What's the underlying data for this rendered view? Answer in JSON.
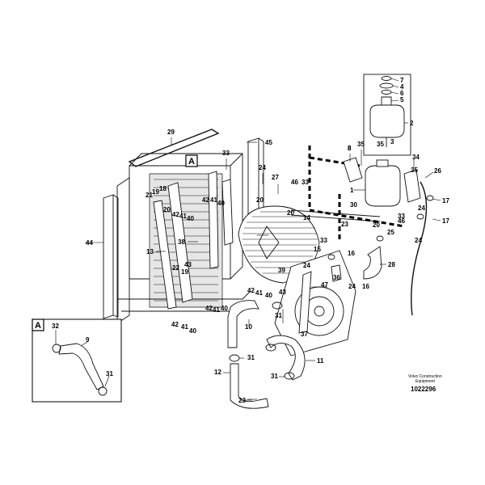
{
  "detail_marker": "A",
  "footer": {
    "maker_line1": "Volvo Construction",
    "maker_line2": "Equipment",
    "drawing_number": "1022296"
  },
  "callouts": {
    "c29": "29",
    "c45": "45",
    "c33a": "33",
    "c24a": "24",
    "c27": "27",
    "c46a": "46",
    "c33b": "33",
    "c21": "21",
    "c19a": "19",
    "c18": "18",
    "c42a": "42",
    "c41a": "41",
    "c20a": "20",
    "c40a": "40",
    "c42b": "42",
    "c41b": "41",
    "c40b": "40",
    "c20b": "20",
    "c20c": "20",
    "c14": "14",
    "c23": "23",
    "c30": "30",
    "c20d": "20",
    "c44": "44",
    "c13": "13",
    "c38": "38",
    "c22": "22",
    "c19b": "19",
    "c43a": "43",
    "c39": "39",
    "c42c": "42",
    "c41c": "41",
    "c40c": "40",
    "c42d": "42",
    "c41d": "41",
    "c40d": "40",
    "c43b": "43",
    "c10": "10",
    "c31a": "31",
    "c37": "37",
    "c31b": "31",
    "c12": "12",
    "c31c": "31",
    "c11": "11",
    "c23b": "23",
    "c35a": "35",
    "c8a": "8",
    "c1": "1",
    "c33c": "33",
    "c46b": "46",
    "c25": "25",
    "c33d": "33",
    "c15": "15",
    "c16a": "16",
    "c24b": "24",
    "c47": "47",
    "c36": "36",
    "c16b": "16",
    "c24c": "24",
    "c28": "28",
    "c7": "7",
    "c4": "4",
    "c6": "6",
    "c5": "5",
    "c2": "2",
    "c35b": "35",
    "c8b": "8",
    "c3": "3",
    "c34": "34",
    "c35c": "35",
    "c26": "26",
    "c17a": "17",
    "c24d": "24",
    "c17b": "17",
    "c24e": "24",
    "c32": "32",
    "c9": "9",
    "c31d": "31"
  }
}
